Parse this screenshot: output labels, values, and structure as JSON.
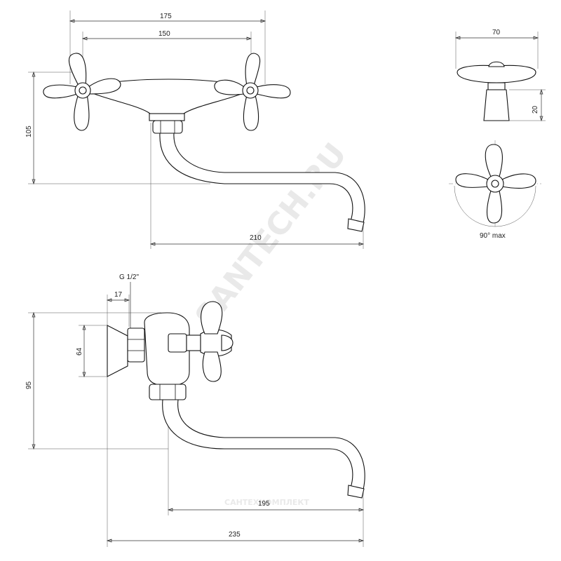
{
  "dimensions": {
    "top_outer_width": "175",
    "top_inner_width": "150",
    "top_height": "105",
    "top_spout_length": "210",
    "handle_width": "70",
    "handle_height": "20",
    "rotation": "90° max",
    "thread": "G 1/2\"",
    "thread_offset": "17",
    "flange_height": "64",
    "side_height": "95",
    "side_spout_length": "195",
    "side_total_length": "235"
  },
  "watermark": {
    "site": "SANTECH.RU",
    "company": "САНТЕХКОМПЛЕКТ"
  },
  "colors": {
    "line": "#111111",
    "watermark": "#e9e9e9"
  }
}
